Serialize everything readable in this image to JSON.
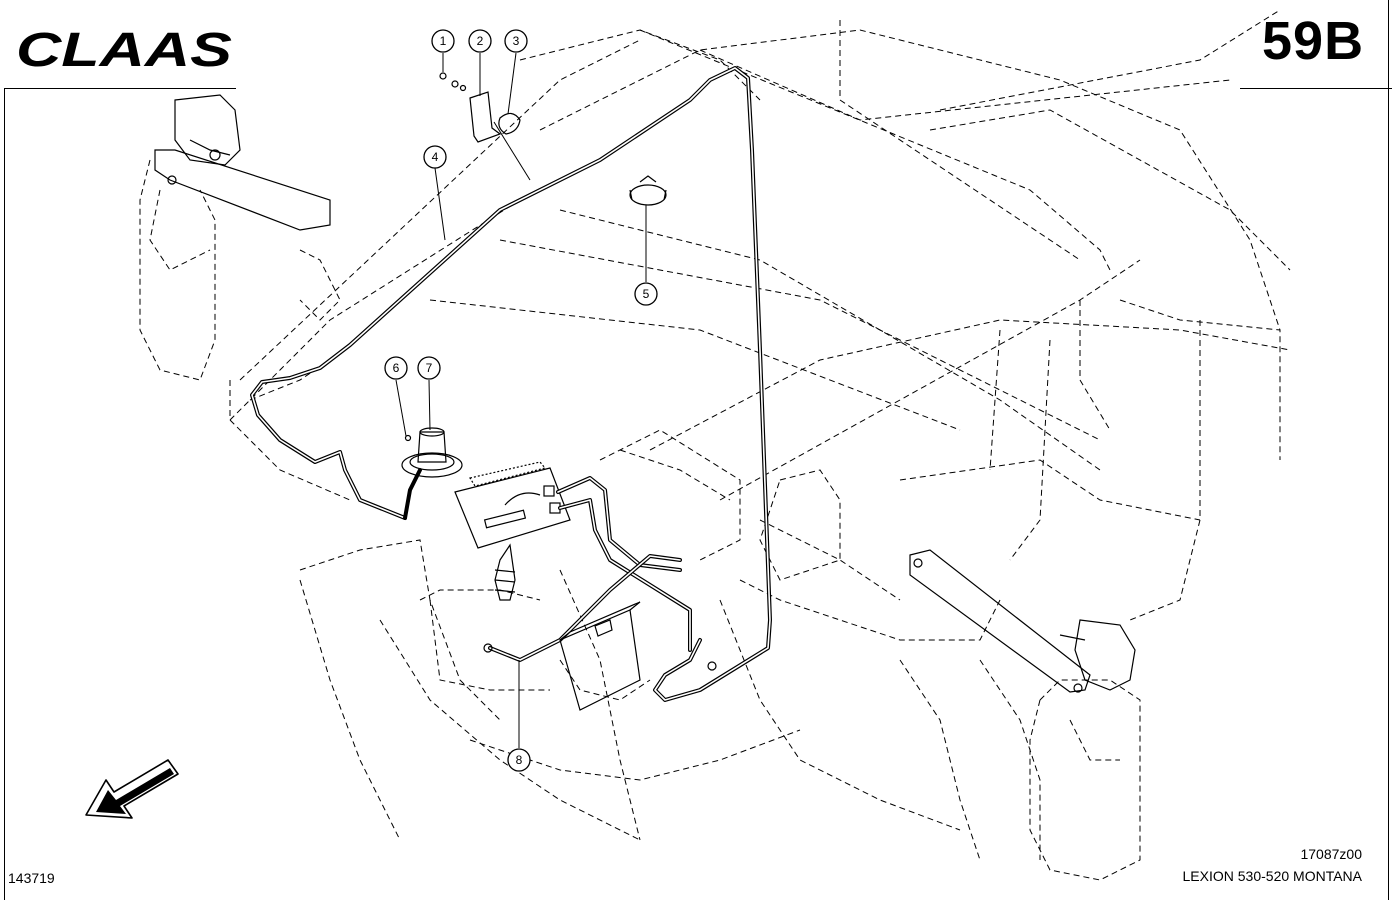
{
  "header": {
    "brand": "CLAAS",
    "page_code": "59B"
  },
  "footer": {
    "drawing_number": "17087z00",
    "model": "LEXION 530-520 MONTANA",
    "image_number": "143719"
  },
  "callouts": [
    {
      "label": "1"
    },
    {
      "label": "2"
    },
    {
      "label": "3"
    },
    {
      "label": "4"
    },
    {
      "label": "5"
    },
    {
      "label": "6"
    },
    {
      "label": "7"
    },
    {
      "label": "8"
    }
  ]
}
